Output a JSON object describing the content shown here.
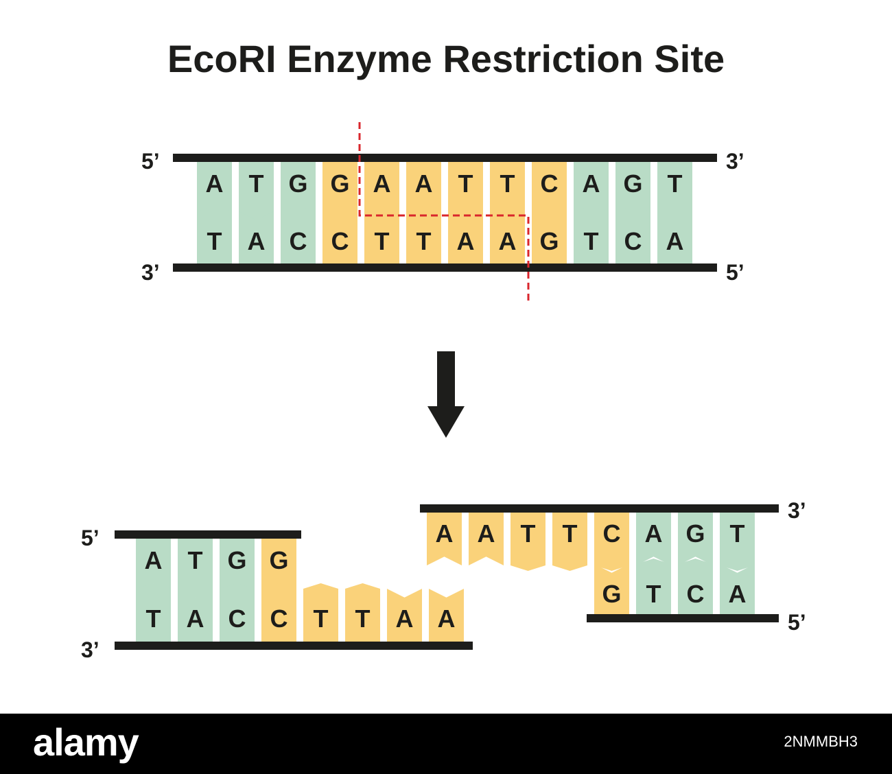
{
  "title": "EcoRI Enzyme Restriction Site",
  "colors": {
    "at_pair": "#b9dcc6",
    "recognition_site": "#fad27a",
    "backbone": "#1d1d1b",
    "cut_line": "#d9262c",
    "arrow": "#1d1d1b"
  },
  "intact_dna": {
    "top_strand": {
      "end_left": "5’",
      "end_right": "3’",
      "bases": [
        "A",
        "T",
        "G",
        "G",
        "A",
        "A",
        "T",
        "T",
        "C",
        "A",
        "G",
        "T"
      ]
    },
    "bottom_strand": {
      "end_left": "3’",
      "end_right": "5’",
      "bases": [
        "T",
        "A",
        "C",
        "C",
        "T",
        "T",
        "A",
        "A",
        "G",
        "T",
        "C",
        "A"
      ]
    },
    "recognition_site_positions": [
      3,
      4,
      5,
      6,
      7,
      8
    ]
  },
  "fragment_left": {
    "top_strand": {
      "end_label": "5’",
      "bases": [
        "A",
        "T",
        "G",
        "G"
      ]
    },
    "bottom_strand": {
      "end_label": "3’",
      "bases": [
        "T",
        "A",
        "C",
        "C",
        "T",
        "T",
        "A",
        "A"
      ]
    }
  },
  "fragment_right": {
    "top_strand": {
      "end_label": "3’",
      "bases": [
        "A",
        "A",
        "T",
        "T",
        "C",
        "A",
        "G",
        "T"
      ]
    },
    "bottom_strand": {
      "end_label": "5’",
      "bases": [
        "G",
        "T",
        "C",
        "A"
      ]
    }
  },
  "footer": {
    "brand": "alamy",
    "image_id": "2NMMBH3"
  }
}
